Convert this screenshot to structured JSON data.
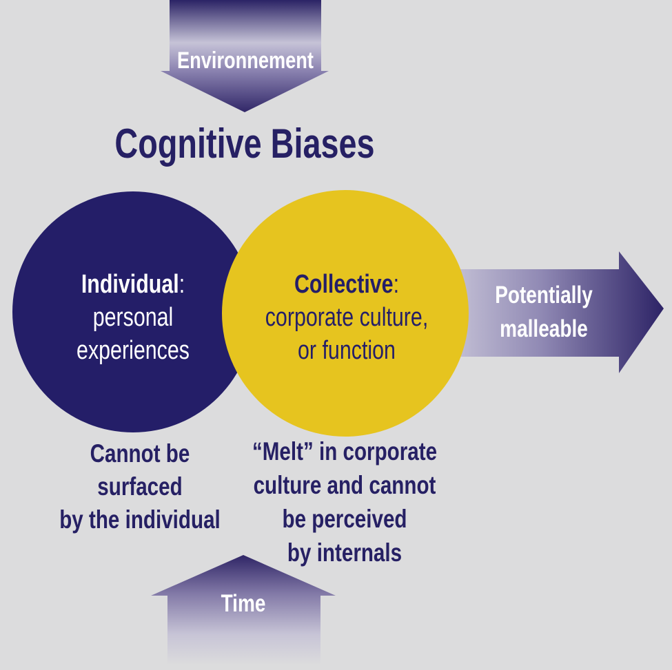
{
  "diagram": {
    "title": "Cognitive Biases",
    "top_arrow": {
      "label": "Environnement"
    },
    "right_arrow": {
      "lines": [
        "Potentially",
        "malleable"
      ]
    },
    "bottom_arrow": {
      "label": "Time"
    },
    "left_circle": {
      "heading": "Individual",
      "colon": ":",
      "lines": [
        "personal",
        "experiences"
      ]
    },
    "right_circle": {
      "heading": "Collective",
      "colon": ":",
      "lines": [
        "corporate culture,",
        "or function"
      ]
    },
    "left_caption": {
      "lines": [
        "Cannot be",
        "surfaced",
        "by the individual"
      ]
    },
    "right_caption": {
      "lines": [
        "“Melt” in corporate",
        "culture and cannot",
        "be perceived",
        "by internals"
      ]
    },
    "colors": {
      "background": "#dcdcdd",
      "navy_circle": "#241e68",
      "yellow_circle": "#e6c41f",
      "arrow_dark": "#2d2366",
      "arrow_mid": "#8d85b2",
      "arrow_light": "#c9c6d8",
      "text_navy": "#262064",
      "text_white": "#ffffff"
    }
  }
}
